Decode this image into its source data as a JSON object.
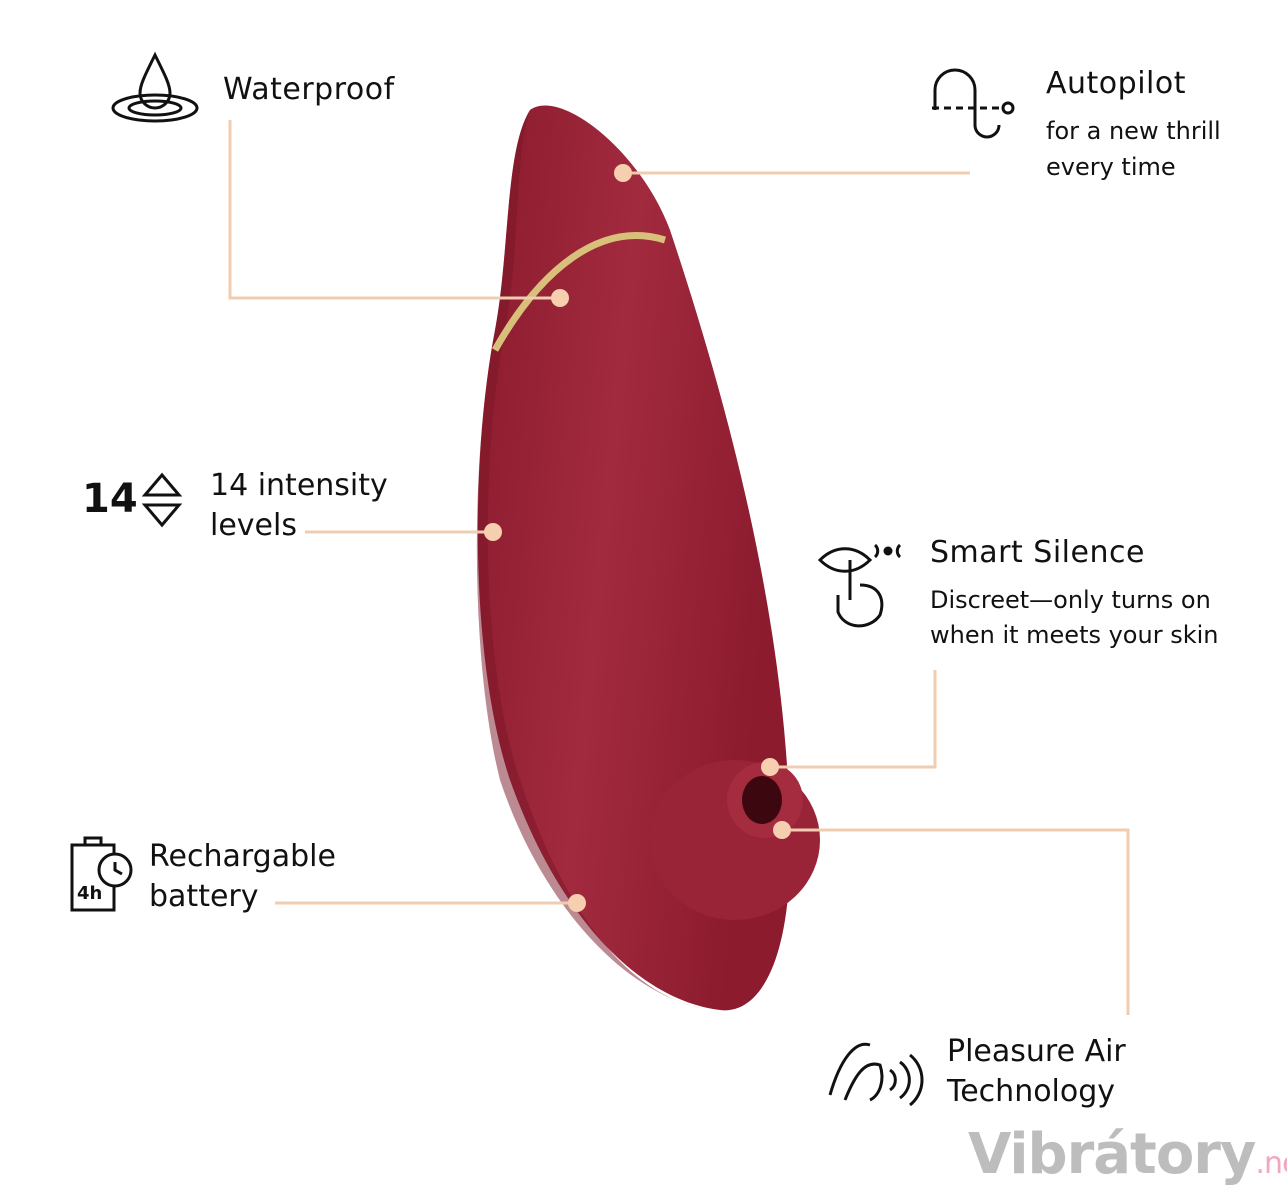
{
  "features": {
    "waterproof": {
      "title": "Waterproof",
      "icon": "water-drop-icon"
    },
    "autopilot": {
      "title": "Autopilot",
      "line1": "for a new thrill",
      "line2": "every time",
      "icon": "autopilot-path-icon"
    },
    "intensity": {
      "number": "14",
      "line1": "14 intensity",
      "line2": "levels",
      "icon": "up-down-arrows-icon"
    },
    "smart_silence": {
      "title": "Smart Silence",
      "line1": "Discreet—only turns on",
      "line2": "when it meets your skin",
      "icon": "silence-lips-icon"
    },
    "battery": {
      "line1": "Rechargable",
      "line2": "battery",
      "badge": "4h",
      "icon": "battery-clock-icon"
    },
    "pleasure_air": {
      "line1": "Pleasure Air",
      "line2": "Technology",
      "icon": "air-waves-icon"
    }
  },
  "watermark": {
    "main": "Vibrátory",
    "suffix": ".net"
  },
  "colors": {
    "device": "#9b2336",
    "device_dark": "#7a1526",
    "gold": "#d9c07a",
    "leader": "#f0cdb0"
  }
}
